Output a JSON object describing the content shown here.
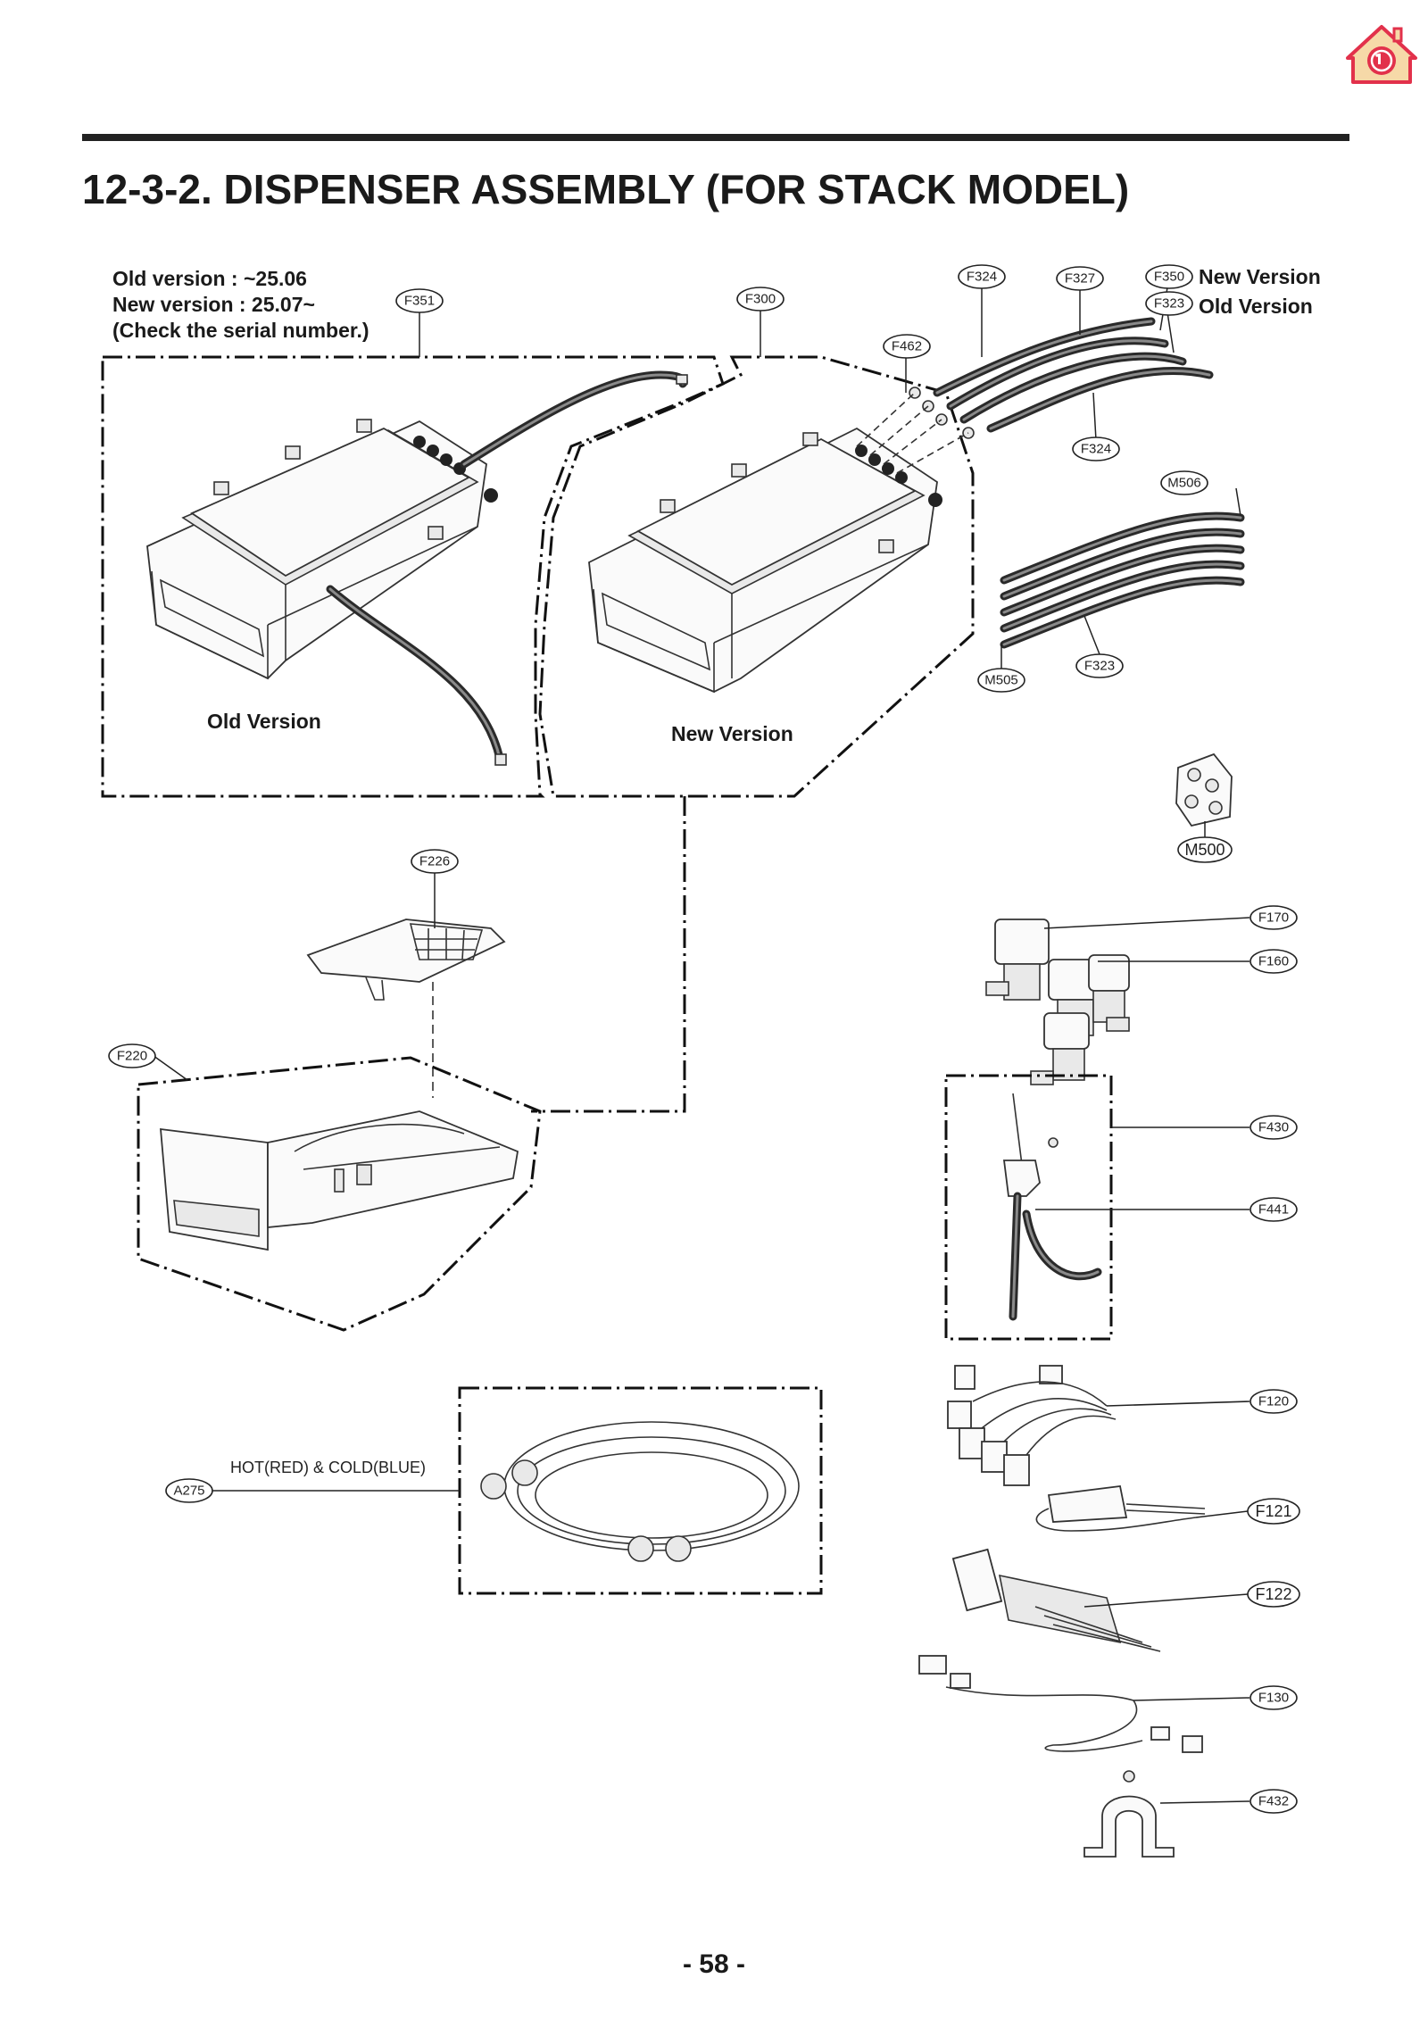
{
  "title": "12-3-2. DISPENSER ASSEMBLY (FOR STACK MODEL)",
  "note": {
    "line1": "Old version : ~25.06",
    "line2": "New version : 25.07~",
    "line3": "(Check the serial number.)"
  },
  "version_labels": {
    "new": "New Version",
    "old": "Old Version"
  },
  "section_labels": {
    "old": "Old Version",
    "new": "New Version"
  },
  "hose_label": "HOT(RED) & COLD(BLUE)",
  "page_number": "- 58 -",
  "colors": {
    "logo_outer": "#e2314b",
    "logo_fill": "#f6d9a8"
  },
  "icons": {
    "logo": "home-logo-icon"
  },
  "part_tags": {
    "F351": "F351",
    "F300": "F300",
    "F462": "F462",
    "F324a": "F324",
    "F327": "F327",
    "F350": "F350",
    "F323a": "F323",
    "F324b": "F324",
    "M506": "M506",
    "M505": "M505",
    "F323b": "F323",
    "M500": "M500",
    "F226": "F226",
    "F220": "F220",
    "F170": "F170",
    "F160": "F160",
    "F430": "F430",
    "F441": "F441",
    "F120": "F120",
    "F121": "F121",
    "F122": "F122",
    "F130": "F130",
    "F432": "F432",
    "A275": "A275"
  }
}
